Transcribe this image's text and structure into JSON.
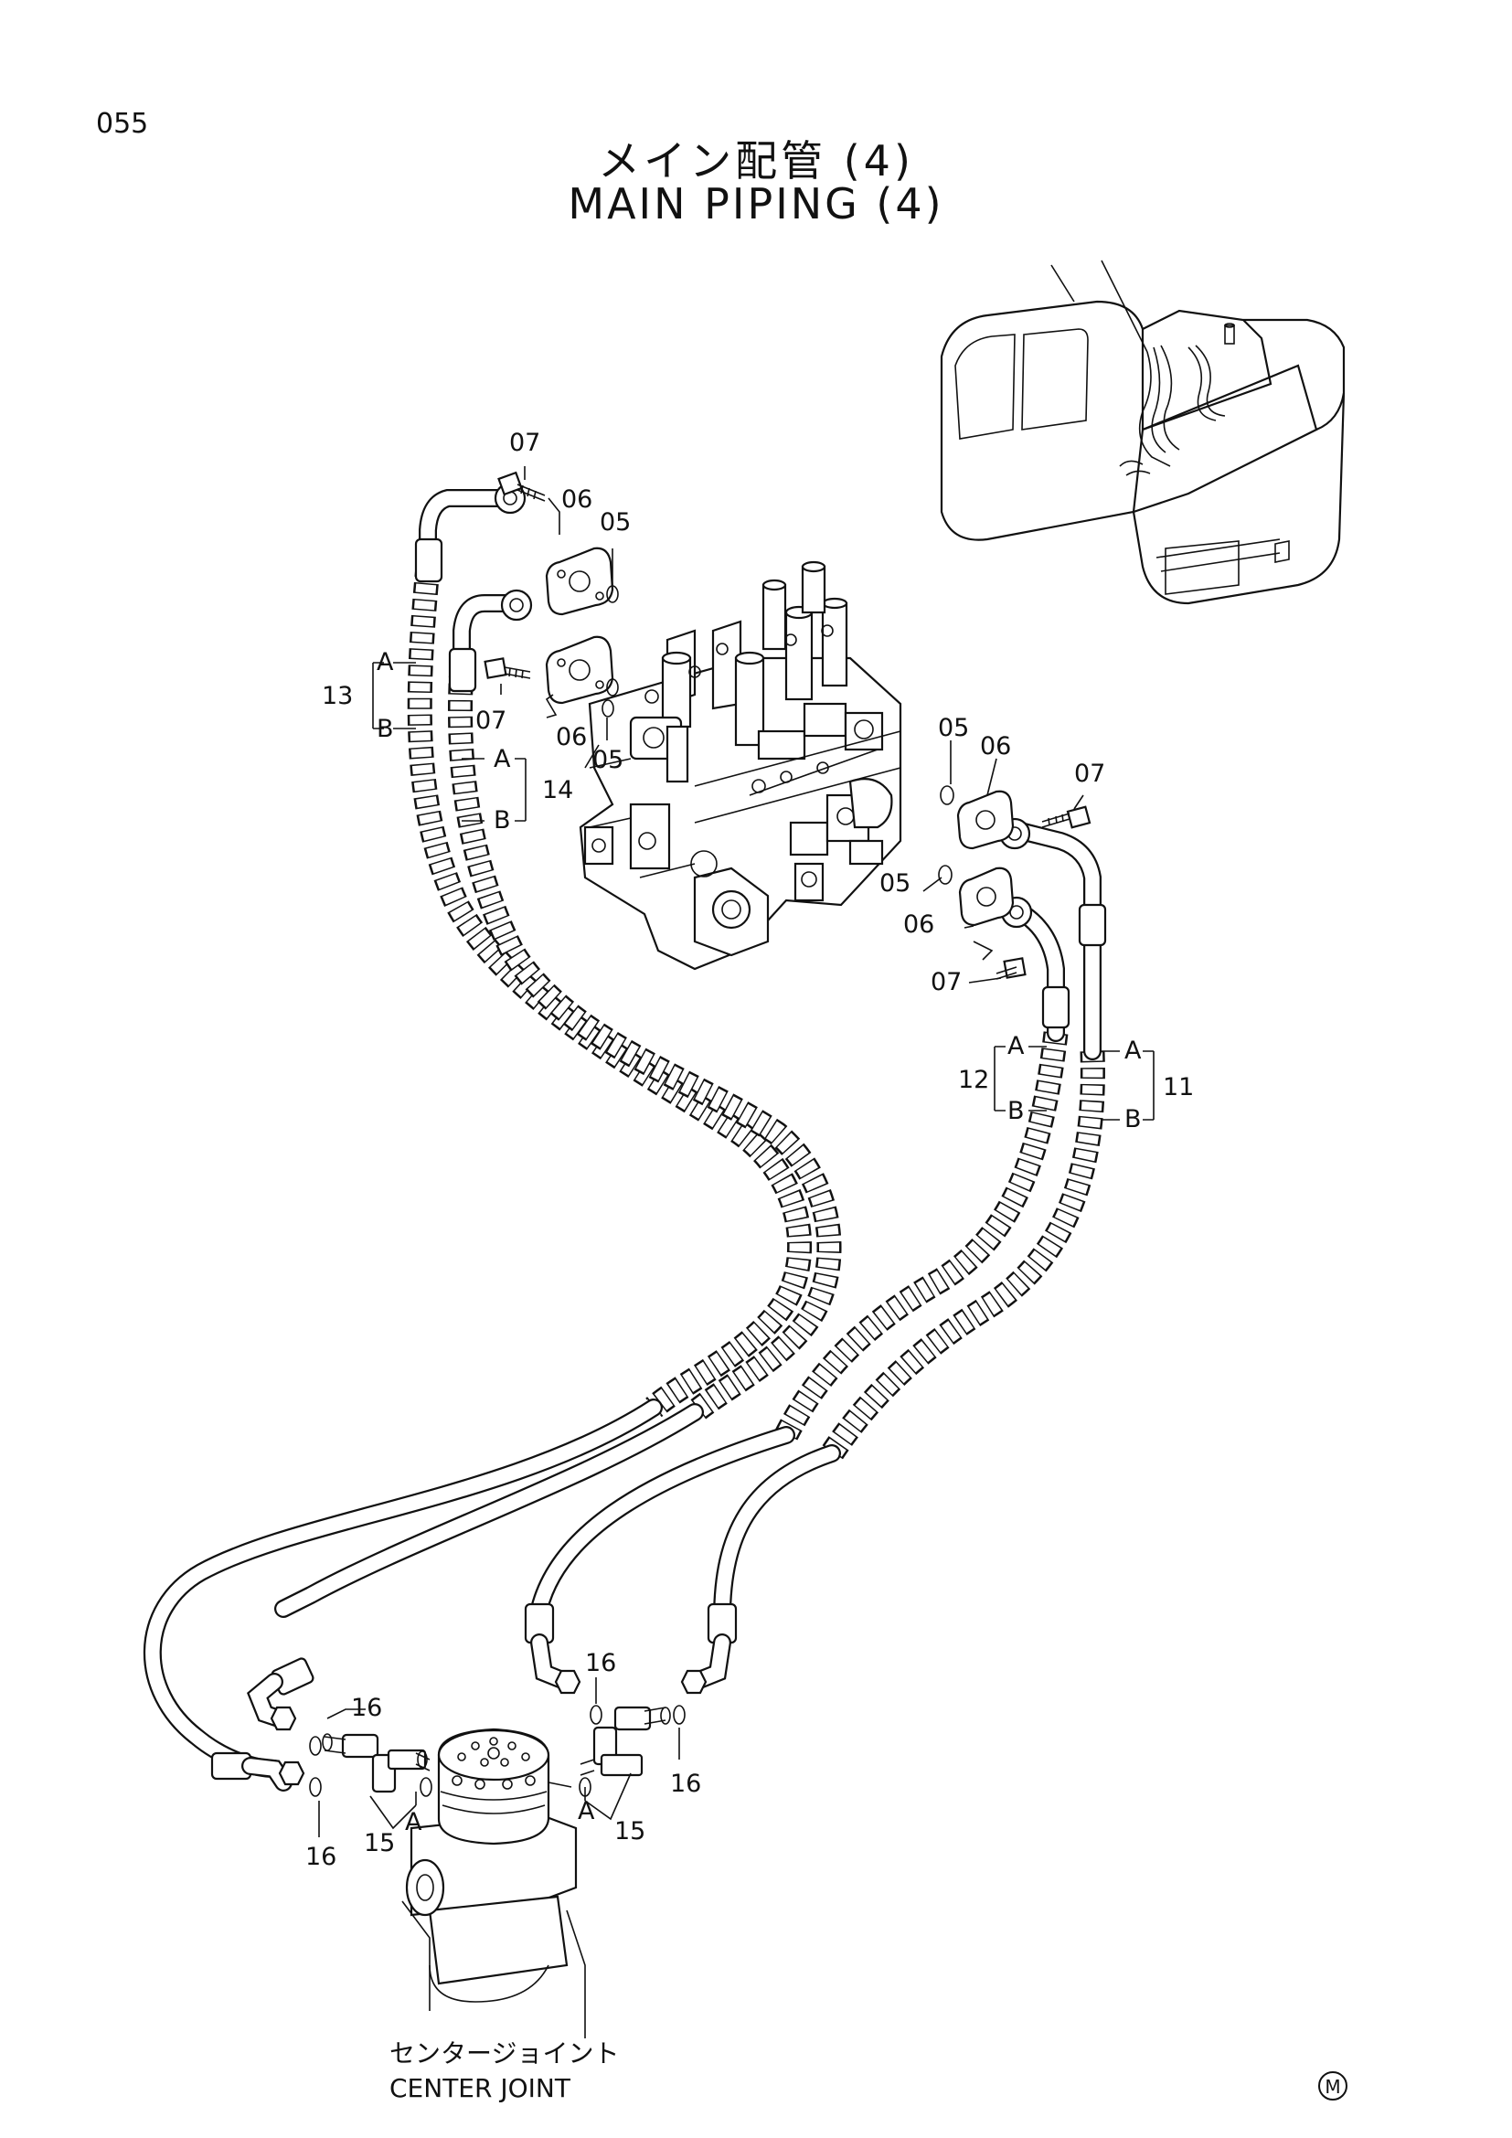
{
  "page": {
    "number": "055"
  },
  "title": {
    "japanese": "メイン配管 (4)",
    "english": "MAIN PIPING (4)"
  },
  "callouts": {
    "c07_top": "07",
    "c06_top": "06",
    "c05_top": "05",
    "c07_mid": "07",
    "c06_mid": "06",
    "c05_mid": "05",
    "c13": "13",
    "c13_a": "A",
    "c13_b": "B",
    "c14": "14",
    "c14_a": "A",
    "c14_b": "B",
    "c05_right": "05",
    "c06_right": "06",
    "c07_right": "07",
    "c05_low": "05",
    "c06_low": "06",
    "c07_low": "07",
    "c12": "12",
    "c12_a": "A",
    "c12_b": "B",
    "c11": "11",
    "c11_a": "A",
    "c11_b": "B",
    "c16_a": "16",
    "c16_b": "16",
    "c16_c": "16",
    "c16_d": "16",
    "c15_left": "15",
    "c15_left_a": "A",
    "c15_right": "15",
    "c15_right_a": "A"
  },
  "center_joint": {
    "label_jp": "センタージョイント",
    "label_en": "CENTER JOINT"
  },
  "mark": {
    "symbol": "M"
  }
}
